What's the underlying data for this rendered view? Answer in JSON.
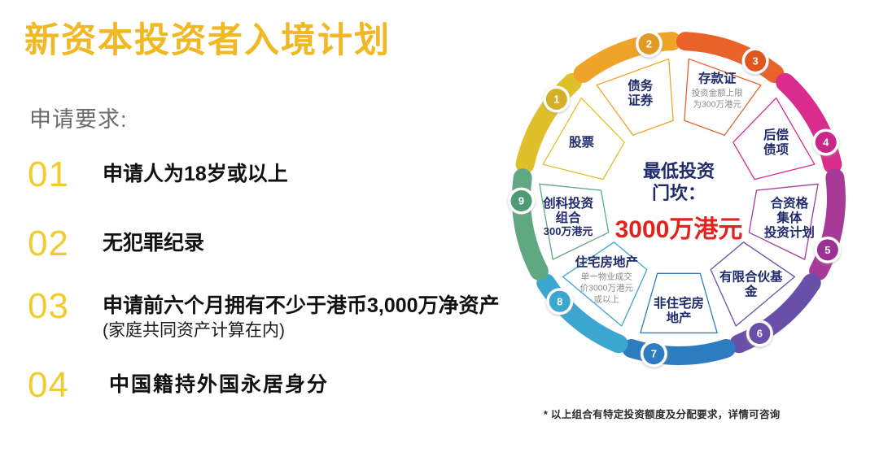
{
  "title": "新资本投资者入境计划",
  "requirements_heading": "申请要求:",
  "accent_color": "#F0B822",
  "number_color": "#F2CB2E",
  "requirements": [
    {
      "num": "01",
      "text": "申请人为18岁或以上",
      "sub": ""
    },
    {
      "num": "02",
      "text": "无犯罪纪录",
      "sub": ""
    },
    {
      "num": "03",
      "text": "申请前六个月拥有不少于港币3,000万净资产",
      "sub": "(家庭共同资产计算在内)"
    },
    {
      "num": "04",
      "text": "中国籍持外国永居身分",
      "sub": ""
    }
  ],
  "wheel": {
    "center_line1": "最低投资",
    "center_line2": "门坎：",
    "center_amount": "3000万港元",
    "center_head_color": "#1F2B6C",
    "center_amount_color": "#E0231C",
    "footnote": "* 以上组合有特定投资额度及分配要求，详情可咨询",
    "segments": [
      {
        "num": "1",
        "label_lines": [
          "股票"
        ],
        "sub_lines": [],
        "sub_style": "none",
        "color": "#E0C02A",
        "badge_color": "#D4AF2A"
      },
      {
        "num": "2",
        "label_lines": [
          "债务",
          "证券"
        ],
        "sub_lines": [],
        "sub_style": "none",
        "color": "#EFA429",
        "badge_color": "#E09A28"
      },
      {
        "num": "3",
        "label_lines": [
          "存款证"
        ],
        "sub_lines": [
          "投资金额上限",
          "为300万港元"
        ],
        "sub_style": "gray",
        "color": "#E8622A",
        "badge_color": "#E1571F"
      },
      {
        "num": "4",
        "label_lines": [
          "后偿",
          "债项"
        ],
        "sub_lines": [],
        "sub_style": "none",
        "color": "#D92C8C",
        "badge_color": "#C9268A"
      },
      {
        "num": "5",
        "label_lines": [
          "合资格",
          "集体",
          "投资计划"
        ],
        "sub_lines": [],
        "sub_style": "none",
        "color": "#A63A96",
        "badge_color": "#9B3391"
      },
      {
        "num": "6",
        "label_lines": [
          "有限合伙基",
          "金"
        ],
        "sub_lines": [],
        "sub_style": "none",
        "color": "#6A4FA8",
        "badge_color": "#6A4FA8"
      },
      {
        "num": "7",
        "label_lines": [
          "非住宅房",
          "地产"
        ],
        "sub_lines": [],
        "sub_style": "none",
        "color": "#2E7CC0",
        "badge_color": "#2E7CC0"
      },
      {
        "num": "8",
        "label_lines": [
          "住宅房地产"
        ],
        "sub_lines": [
          "单一物业成交",
          "价3000万港元",
          "或以上"
        ],
        "sub_style": "gray",
        "color": "#3BA6D0",
        "badge_color": "#3BA6D0"
      },
      {
        "num": "9",
        "label_lines": [
          "创科投资",
          "组合"
        ],
        "sub_lines": [
          "300万港元"
        ],
        "sub_style": "dark",
        "color": "#5FA882",
        "badge_color": "#4E9A74"
      }
    ]
  },
  "chart_data": {
    "type": "pie",
    "title": "最低投资门坎：3000万港元",
    "categories": [
      "股票",
      "债务证券",
      "存款证",
      "后偿债项",
      "合资格集体投资计划",
      "有限合伙基金",
      "非住宅房地产",
      "住宅房地产",
      "创科投资组合"
    ],
    "values": [
      1,
      1,
      1,
      1,
      1,
      1,
      1,
      1,
      1
    ],
    "labels": [
      "1",
      "2",
      "3",
      "4",
      "5",
      "6",
      "7",
      "8",
      "9"
    ],
    "colors": [
      "#E0C02A",
      "#EFA429",
      "#E8622A",
      "#D92C8C",
      "#A63A96",
      "#6A4FA8",
      "#2E7CC0",
      "#3BA6D0",
      "#5FA882"
    ],
    "annotations": [
      "投资金额上限为300万港元",
      "单一物业成交价3000万港元或以上",
      "300万港元"
    ],
    "xlabel": "",
    "ylabel": "",
    "legend": "none",
    "grid": false
  }
}
